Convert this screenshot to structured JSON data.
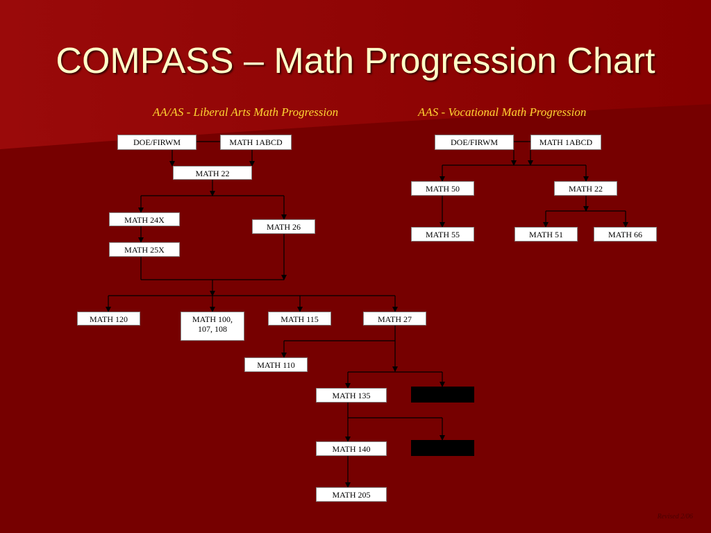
{
  "title": "COMPASS – Math Progression Chart",
  "headings": {
    "left": "AA/AS - Liberal Arts Math Progression",
    "right": "AAS -  Vocational Math Progression"
  },
  "colors": {
    "background": "#7a0000",
    "title_text": "#ffffc8",
    "heading_text": "#ffd633",
    "box_fill": "#ffffff",
    "line": "#000000"
  },
  "liberal_arts": {
    "doe_firwm": "DOE/FIRWM",
    "math_1abcd": "MATH 1ABCD",
    "math_22": "MATH 22",
    "math_24x": "MATH 24X",
    "math_25x": "MATH 25X",
    "math_26": "MATH 26",
    "math_120": "MATH 120",
    "math_100_107_108": "MATH 100, 107, 108",
    "math_115": "MATH 115",
    "math_27": "MATH 27",
    "math_110": "MATH 110",
    "math_135": "MATH 135",
    "math_140": "MATH 140",
    "math_205": "MATH 205"
  },
  "vocational": {
    "doe_firwm": "DOE/FIRWM",
    "math_1abcd": "MATH 1ABCD",
    "math_50": "MATH 50",
    "math_22": "MATH 22",
    "math_55": "MATH 55",
    "math_51": "MATH 51",
    "math_66": "MATH 66"
  },
  "footer": "Revised 2/06"
}
